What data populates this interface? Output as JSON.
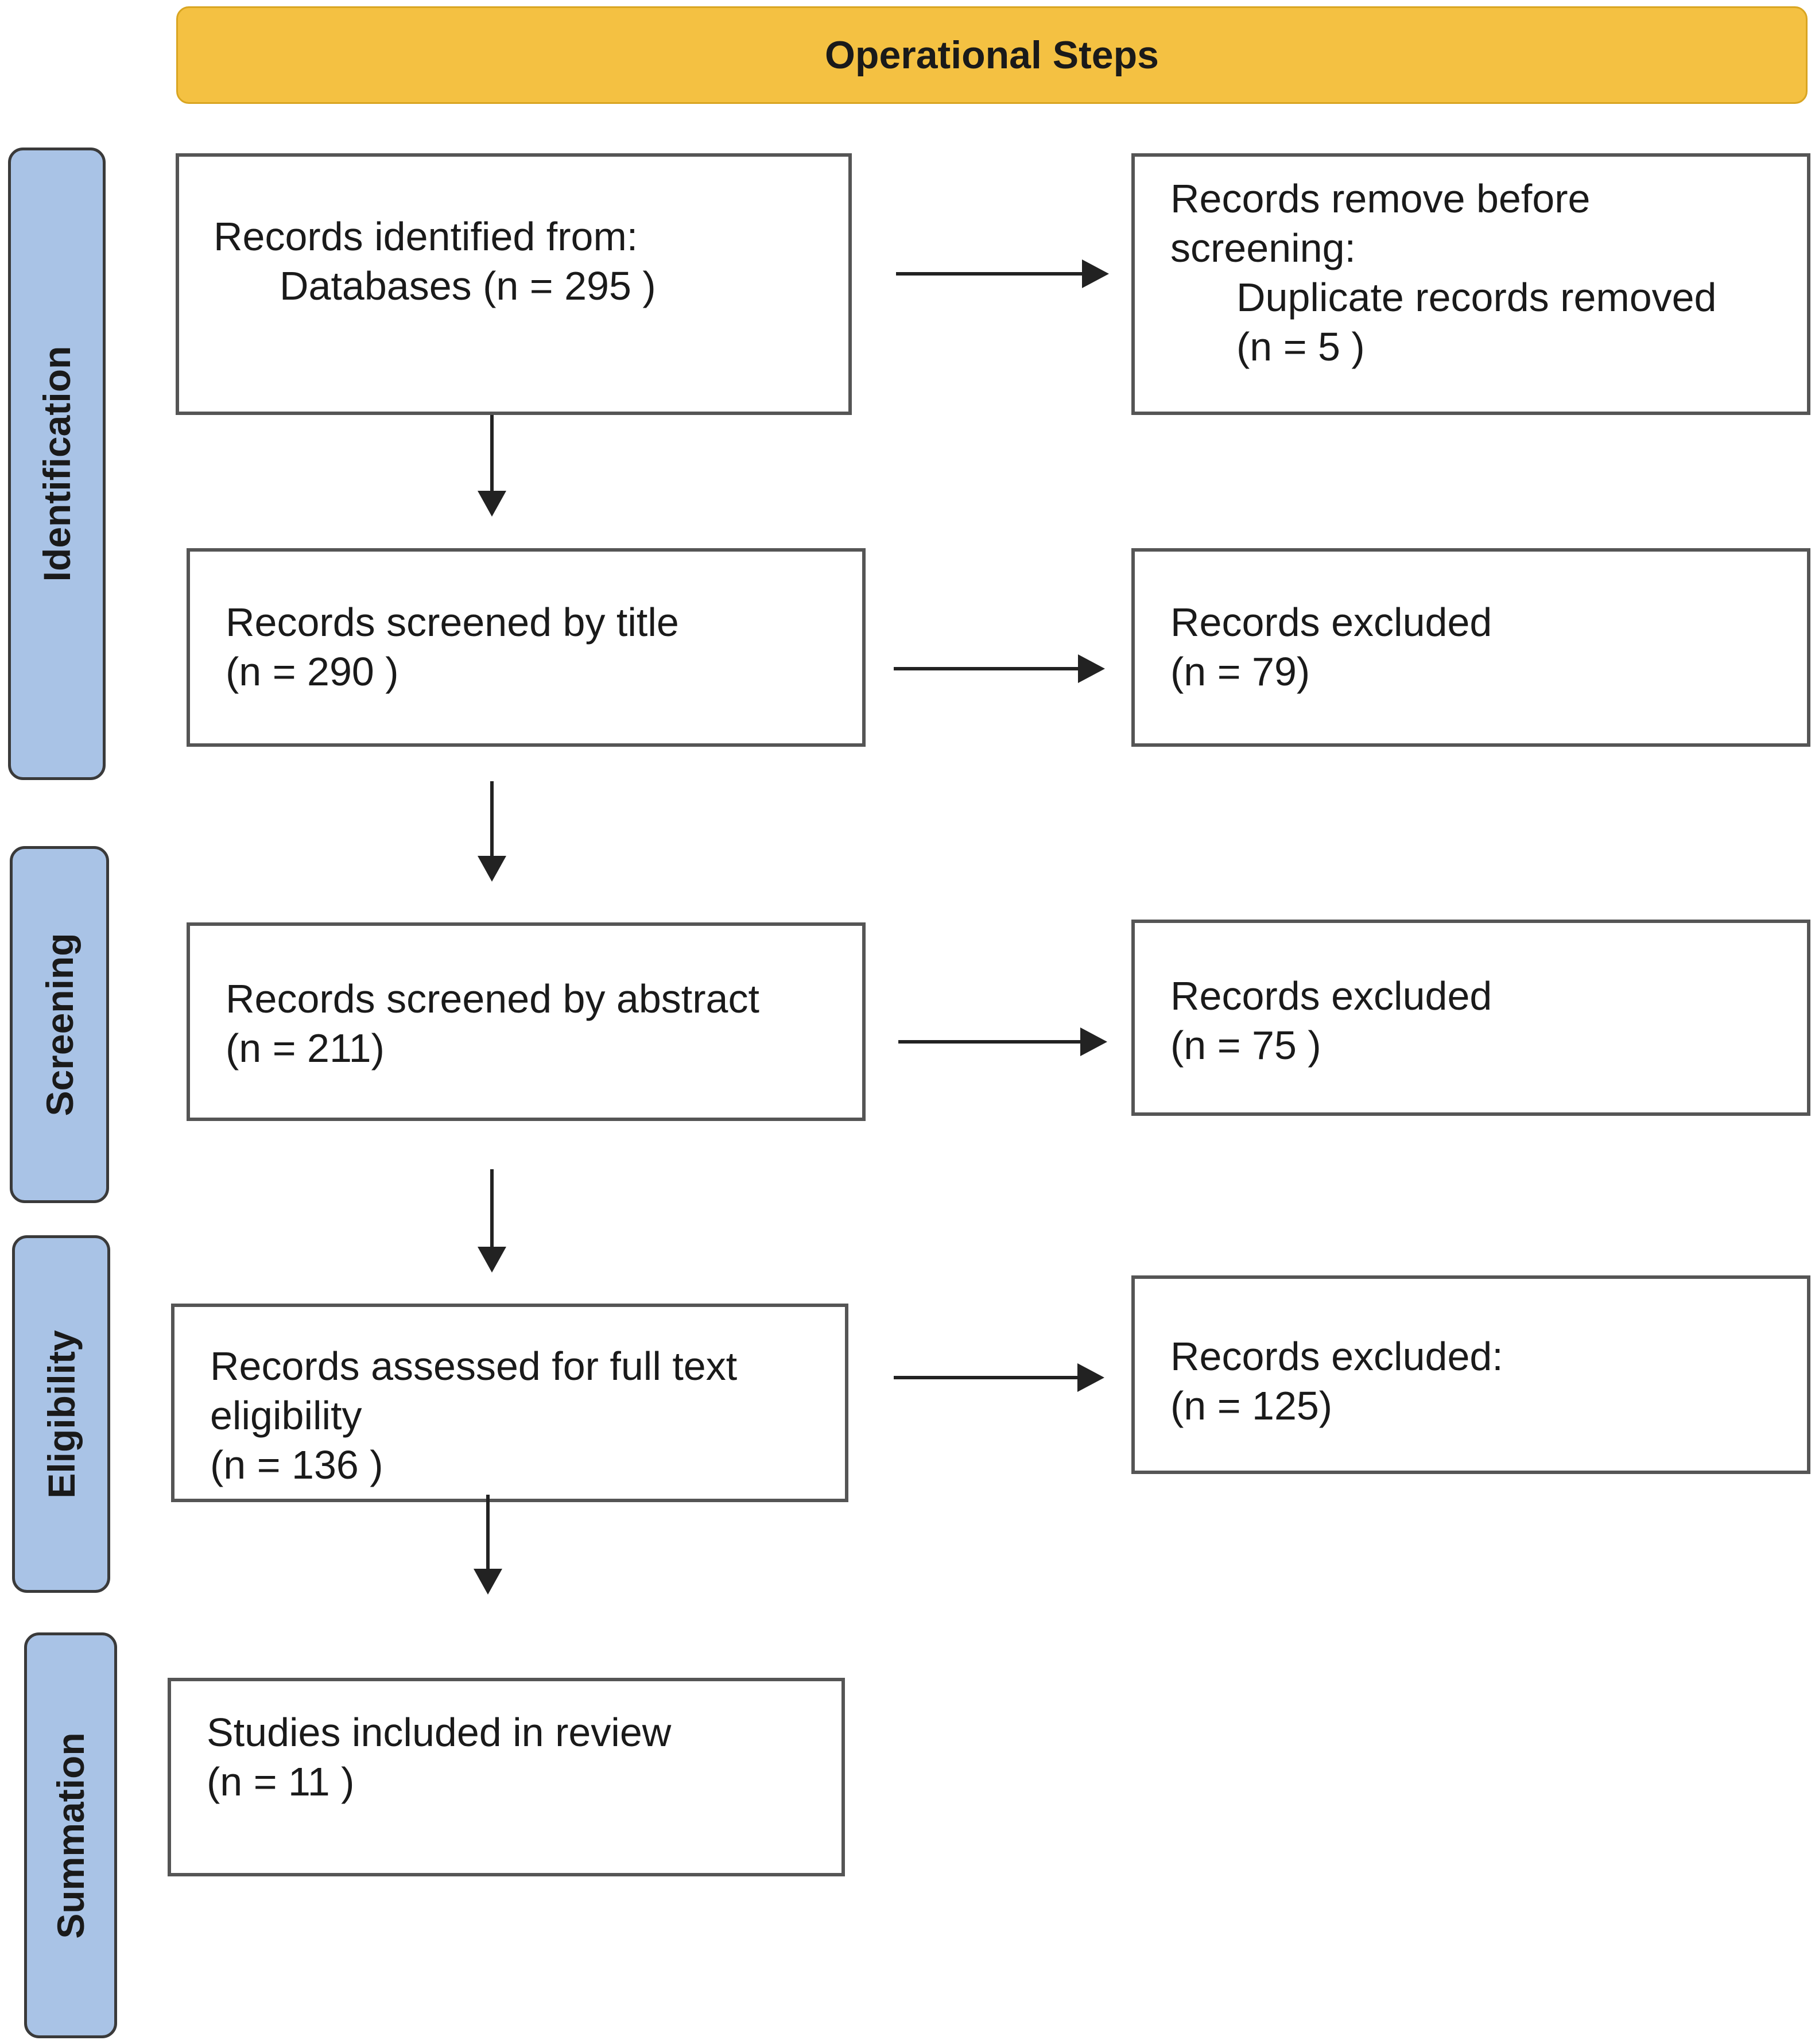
{
  "header": {
    "title": "Operational Steps"
  },
  "phases": {
    "identification": "Identification",
    "screening": "Screening",
    "eligibility": "Eligibility",
    "summation": "Summation"
  },
  "boxes": {
    "identified": {
      "line1": "Records identified from:",
      "line2": "Databases (n = 295 )"
    },
    "removed": {
      "line1": "Records remove before",
      "line2": "screening:",
      "line3": "Duplicate records removed",
      "line4": "(n = 5 )"
    },
    "screened_title": {
      "line1": "Records screened by title",
      "line2": "(n = 290 )"
    },
    "excluded_title": {
      "line1": "Records excluded",
      "line2": " (n = 79)"
    },
    "screened_abstract": {
      "line1": "Records screened by abstract",
      "line2": "(n = 211)"
    },
    "excluded_abstract": {
      "line1": "Records excluded",
      "line2": "(n = 75 )"
    },
    "assessed": {
      "line1": "Records assessed for full text",
      "line2": "eligibility",
      "line3": "(n = 136 )"
    },
    "excluded_full": {
      "line1": "Records excluded:",
      "line2": "(n = 125)"
    },
    "included": {
      "line1": "Studies included in review",
      "line2": "(n = 11 )"
    }
  }
}
